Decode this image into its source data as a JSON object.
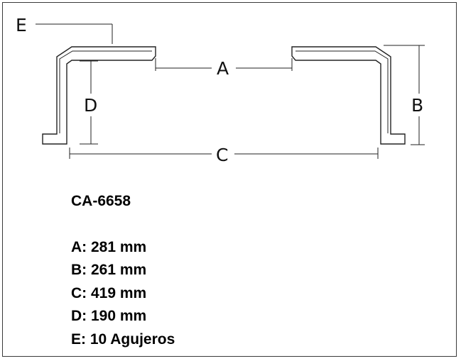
{
  "diagram": {
    "labels": {
      "a": "A",
      "b": "B",
      "c": "C",
      "d": "D",
      "e": "E"
    }
  },
  "specs": {
    "code": "CA-6658",
    "rows": [
      {
        "text": "A: 281 mm"
      },
      {
        "text": "B: 261 mm"
      },
      {
        "text": "C: 419 mm"
      },
      {
        "text": "D: 190 mm"
      },
      {
        "text": "E: 10 Agujeros"
      }
    ]
  }
}
